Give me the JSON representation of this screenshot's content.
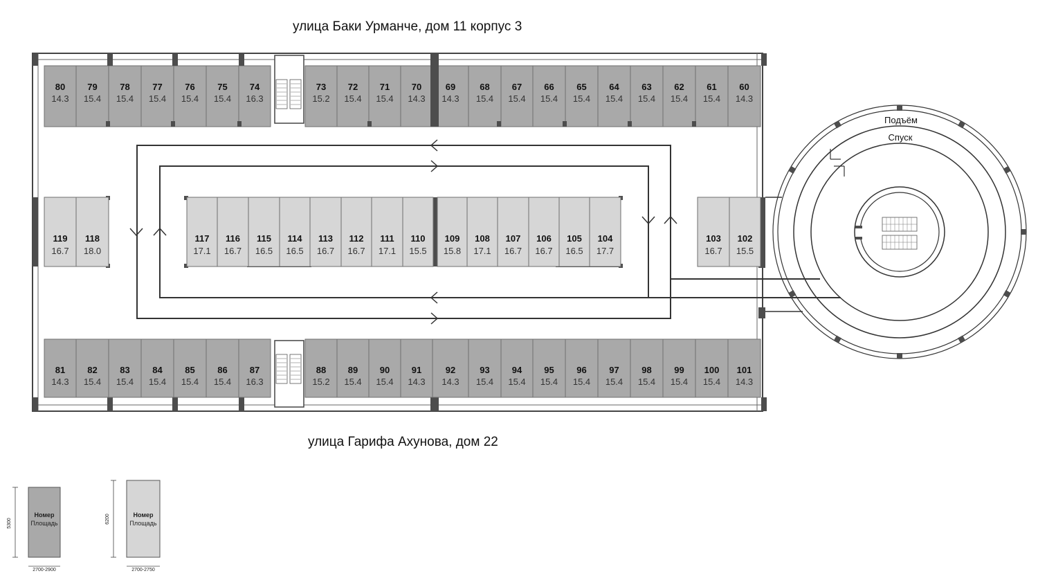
{
  "streets": {
    "top": "улица Баки Урманче, дом 11 корпус 3",
    "bottom": "улица Гарифа Ахунова, дом 22"
  },
  "ramp": {
    "up": "Подъём",
    "down": "Спуск"
  },
  "colors": {
    "dark_unit": "#a9a9a9",
    "light_unit": "#d6d6d6",
    "wall": "#4d4d4d",
    "line": "#333333"
  },
  "units": {
    "top_row": [
      {
        "num": "80",
        "area": "14.3"
      },
      {
        "num": "79",
        "area": "15.4"
      },
      {
        "num": "78",
        "area": "15.4"
      },
      {
        "num": "77",
        "area": "15.4"
      },
      {
        "num": "76",
        "area": "15.4"
      },
      {
        "num": "75",
        "area": "15.4"
      },
      {
        "num": "74",
        "area": "16.3"
      },
      {
        "num": "73",
        "area": "15.2"
      },
      {
        "num": "72",
        "area": "15.4"
      },
      {
        "num": "71",
        "area": "15.4"
      },
      {
        "num": "70",
        "area": "14.3"
      },
      {
        "num": "69",
        "area": "14.3"
      },
      {
        "num": "68",
        "area": "15.4"
      },
      {
        "num": "67",
        "area": "15.4"
      },
      {
        "num": "66",
        "area": "15.4"
      },
      {
        "num": "65",
        "area": "15.4"
      },
      {
        "num": "64",
        "area": "15.4"
      },
      {
        "num": "63",
        "area": "15.4"
      },
      {
        "num": "62",
        "area": "15.4"
      },
      {
        "num": "61",
        "area": "15.4"
      },
      {
        "num": "60",
        "area": "14.3"
      }
    ],
    "bottom_row": [
      {
        "num": "81",
        "area": "14.3"
      },
      {
        "num": "82",
        "area": "15.4"
      },
      {
        "num": "83",
        "area": "15.4"
      },
      {
        "num": "84",
        "area": "15.4"
      },
      {
        "num": "85",
        "area": "15.4"
      },
      {
        "num": "86",
        "area": "15.4"
      },
      {
        "num": "87",
        "area": "16.3"
      },
      {
        "num": "88",
        "area": "15.2"
      },
      {
        "num": "89",
        "area": "15.4"
      },
      {
        "num": "90",
        "area": "15.4"
      },
      {
        "num": "91",
        "area": "14.3"
      },
      {
        "num": "92",
        "area": "14.3"
      },
      {
        "num": "93",
        "area": "15.4"
      },
      {
        "num": "94",
        "area": "15.4"
      },
      {
        "num": "95",
        "area": "15.4"
      },
      {
        "num": "96",
        "area": "15.4"
      },
      {
        "num": "97",
        "area": "15.4"
      },
      {
        "num": "98",
        "area": "15.4"
      },
      {
        "num": "99",
        "area": "15.4"
      },
      {
        "num": "100",
        "area": "15.4"
      },
      {
        "num": "101",
        "area": "14.3"
      }
    ],
    "middle_row": [
      {
        "num": "117",
        "area": "17.1"
      },
      {
        "num": "116",
        "area": "16.7"
      },
      {
        "num": "115",
        "area": "16.5"
      },
      {
        "num": "114",
        "area": "16.5"
      },
      {
        "num": "113",
        "area": "16.7"
      },
      {
        "num": "112",
        "area": "16.7"
      },
      {
        "num": "111",
        "area": "17.1"
      },
      {
        "num": "110",
        "area": "15.5"
      },
      {
        "num": "109",
        "area": "15.8"
      },
      {
        "num": "108",
        "area": "17.1"
      },
      {
        "num": "107",
        "area": "16.7"
      },
      {
        "num": "106",
        "area": "16.7"
      },
      {
        "num": "105",
        "area": "16.5"
      },
      {
        "num": "104",
        "area": "17.7"
      }
    ],
    "left_pair": [
      {
        "num": "119",
        "area": "16.7"
      },
      {
        "num": "118",
        "area": "18.0"
      }
    ],
    "right_pair": [
      {
        "num": "103",
        "area": "16.7"
      },
      {
        "num": "102",
        "area": "15.5"
      }
    ]
  },
  "legend": {
    "dark": {
      "line1": "Номер",
      "line2": "Площадь",
      "height": "5300",
      "width": "2700-2900"
    },
    "light": {
      "line1": "Номер",
      "line2": "Площадь",
      "height": "6200",
      "width": "2700-2750"
    }
  }
}
